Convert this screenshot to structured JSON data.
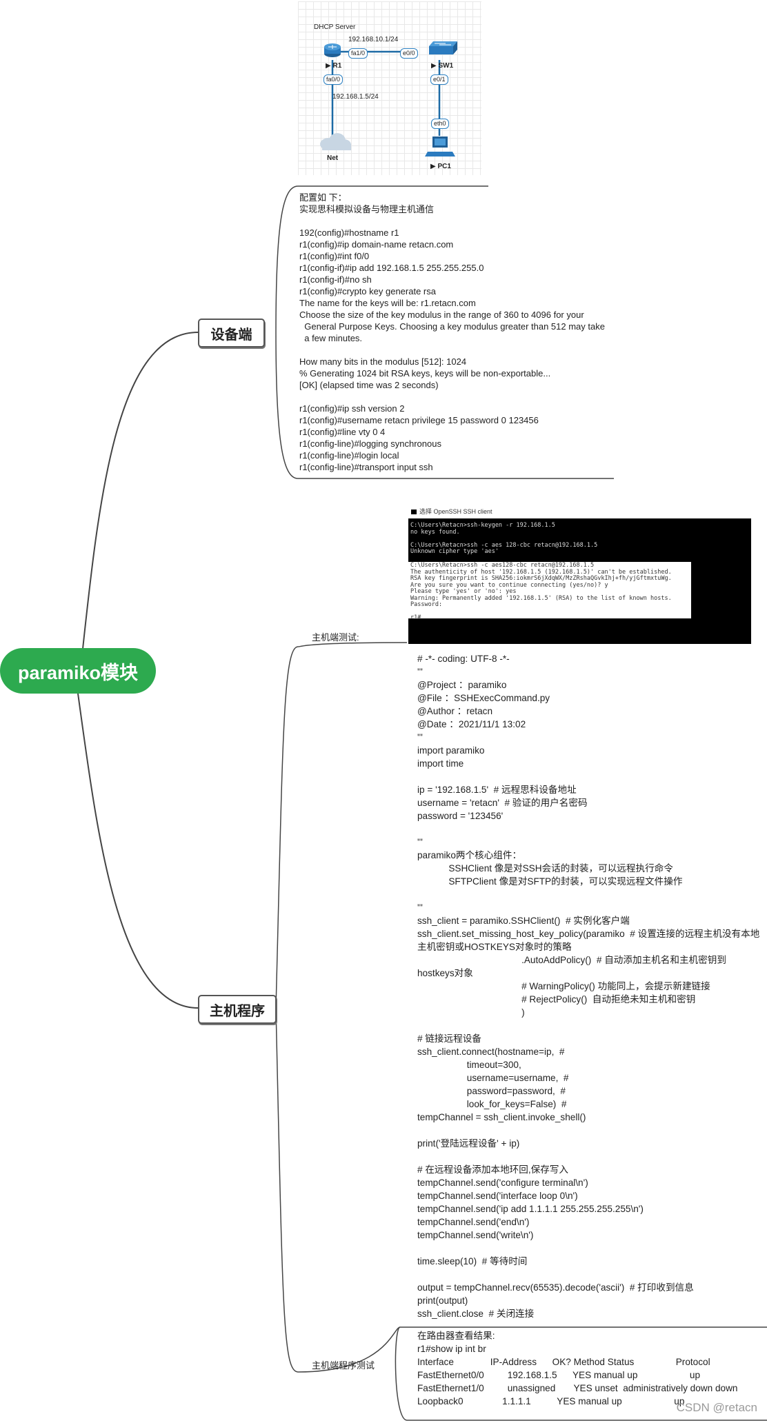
{
  "root": {
    "label": "paramiko模块"
  },
  "branches": {
    "device": "设备端",
    "host": "主机程序"
  },
  "labels": {
    "host_test": "主机端测试:",
    "host_prog_test": "主机端程序测试"
  },
  "network": {
    "server_label": "DHCP Server",
    "ip_top": "192.168.10.1/24",
    "ip_left": "192.168.1.5/24",
    "r1": "▶ R1",
    "sw1": "▶ SW1",
    "pc1": "▶ PC1",
    "net": "Net",
    "ports": {
      "fa1_0": "fa1/0",
      "e0_0": "e0/0",
      "fa0_0": "fa0/0",
      "e0_1": "e0/1",
      "eth0": "eth0"
    }
  },
  "device_config": {
    "lines": [
      "配置如 下：",
      "实现思科模拟设备与物理主机通信",
      "",
      "192(config)#hostname r1",
      "r1(config)#ip domain-name retacn.com",
      "r1(config)#int f0/0",
      "r1(config-if)#ip add 192.168.1.5 255.255.255.0",
      "r1(config-if)#no sh",
      "r1(config)#crypto key generate rsa",
      "The name for the keys will be: r1.retacn.com",
      "Choose the size of the key modulus in the range of 360 to 4096 for your",
      "  General Purpose Keys. Choosing a key modulus greater than 512 may take",
      "  a few minutes.",
      "",
      "How many bits in the modulus [512]: 1024",
      "% Generating 1024 bit RSA keys, keys will be non-exportable...",
      "[OK] (elapsed time was 2 seconds)",
      "",
      "r1(config)#ip ssh version 2",
      "r1(config)#username retacn privilege 15 password 0 123456",
      "r1(config)#line vty 0 4",
      "r1(config-line)#logging synchronous",
      "r1(config-line)#login local",
      "r1(config-line)#transport input ssh"
    ]
  },
  "terminal": {
    "title": "选择 OpenSSH SSH client",
    "dark_lines": [
      "C:\\Users\\Retacn>ssh-keygen -r 192.168.1.5",
      "no keys found.",
      "",
      "C:\\Users\\Retacn>ssh -c aes 128-cbc retacn@192.168.1.5",
      "Unknown cipher type 'aes'",
      ""
    ],
    "white_lines": [
      "C:\\Users\\Retacn>ssh -c aes128-cbc retacn@192.168.1.5",
      "The authenticity of host '192.168.1.5 (192.168.1.5)' can't be established.",
      "RSA key fingerprint is SHA256:iokmrS6jXdqWX/MzZRshaQGvkIhj+fh/yjGftmxtuWg.",
      "Are you sure you want to continue connecting (yes/no)? y",
      "Please type 'yes' or 'no': yes",
      "Warning: Permanently added '192.168.1.5' (RSA) to the list of known hosts.",
      "Password:",
      "",
      "r1#"
    ]
  },
  "host_code": {
    "lines": [
      "# -*- coding: UTF-8 -*-",
      "'''",
      "@Project ：paramiko",
      "@File ：SSHExecCommand.py",
      "@Author ：retacn",
      "@Date ：2021/11/1 13:02",
      "'''",
      "import paramiko",
      "import time",
      "",
      "ip = '192.168.1.5'  # 远程思科设备地址",
      "username = 'retacn'  # 验证的用户名密码",
      "password = '123456'",
      "",
      "'''",
      "paramiko两个核心组件：",
      "            SSHClient 像是对SSH会话的封装，可以远程执行命令",
      "            SFTPClient 像是对SFTP的封装，可以实现远程文件操作",
      "",
      "'''",
      "ssh_client = paramiko.SSHClient()  # 实例化客户端",
      "ssh_client.set_missing_host_key_policy(paramiko  # 设置连接的远程主机没有本地",
      "主机密钥或HOSTKEYS对象时的策略",
      "                                        .AutoAddPolicy()  # 自动添加主机名和主机密钥到",
      "hostkeys对象",
      "                                        # WarningPolicy() 功能同上，会提示新建链接",
      "                                        # RejectPolicy()  自动拒绝未知主机和密钥",
      "                                        )",
      "",
      "# 链接远程设备",
      "ssh_client.connect(hostname=ip,  #",
      "                   timeout=300,",
      "                   username=username,  #",
      "                   password=password,  #",
      "                   look_for_keys=False)  #",
      "tempChannel = ssh_client.invoke_shell()",
      "",
      "print('登陆远程设备' + ip)",
      "",
      "# 在远程设备添加本地环回,保存写入",
      "tempChannel.send('configure terminal\\n')",
      "tempChannel.send('interface loop 0\\n')",
      "tempChannel.send('ip add 1.1.1.1 255.255.255.255\\n')",
      "tempChannel.send('end\\n')",
      "tempChannel.send('write\\n')",
      "",
      "time.sleep(10)  # 等待时间",
      "",
      "output = tempChannel.recv(65535).decode('ascii')  # 打印收到信息",
      "print(output)",
      "ssh_client.close  # 关闭连接"
    ]
  },
  "router_result": {
    "lines": [
      "在路由器查看结果:",
      "r1#show ip int br",
      "Interface              IP-Address      OK? Method Status                Protocol",
      "FastEthernet0/0         192.168.1.5      YES manual up                    up",
      "FastEthernet1/0         unassigned       YES unset  administratively down down",
      "Loopback0               1.1.1.1          YES manual up                    up"
    ]
  },
  "watermark": "CSDN @retacn",
  "colors": {
    "root_bg": "#2daa4f",
    "terminal_bg": "#000000",
    "port_border": "#2a7fc1"
  }
}
